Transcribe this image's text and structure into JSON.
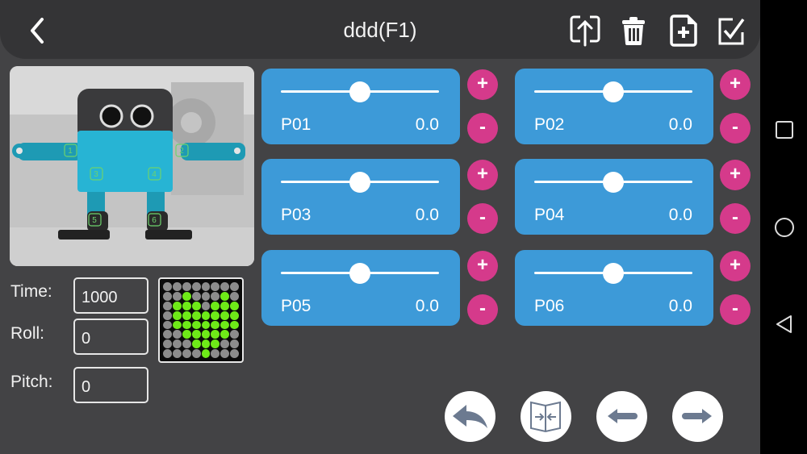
{
  "header": {
    "title": "ddd(F1)",
    "icons": [
      "back-icon",
      "upload-icon",
      "trash-icon",
      "add-file-icon",
      "checkbox-icon"
    ]
  },
  "robot": {
    "servo_labels": [
      "1",
      "2",
      "3",
      "4",
      "5",
      "6"
    ],
    "body_color": "#27b4d4",
    "head_color": "#3a3a3c"
  },
  "params": {
    "time_label": "Time:",
    "time_value": "1000",
    "roll_label": "Roll:",
    "roll_value": "0",
    "pitch_label": "Pitch:",
    "pitch_value": "0"
  },
  "led_matrix": {
    "rows": [
      [
        0,
        0,
        0,
        0,
        0,
        0,
        0,
        0
      ],
      [
        0,
        0,
        1,
        0,
        0,
        0,
        1,
        0
      ],
      [
        0,
        1,
        1,
        1,
        0,
        1,
        1,
        1
      ],
      [
        0,
        1,
        1,
        1,
        1,
        1,
        1,
        1
      ],
      [
        0,
        1,
        1,
        1,
        1,
        1,
        1,
        1
      ],
      [
        0,
        0,
        1,
        1,
        1,
        1,
        1,
        0
      ],
      [
        0,
        0,
        0,
        1,
        1,
        1,
        0,
        0
      ],
      [
        0,
        0,
        0,
        0,
        1,
        0,
        0,
        0
      ]
    ],
    "on_color": "#6eea18",
    "off_color": "#8c8c8c"
  },
  "servos": [
    {
      "name": "P01",
      "value": "0.0"
    },
    {
      "name": "P02",
      "value": "0.0"
    },
    {
      "name": "P03",
      "value": "0.0"
    },
    {
      "name": "P04",
      "value": "0.0"
    },
    {
      "name": "P05",
      "value": "0.0"
    },
    {
      "name": "P06",
      "value": "0.0"
    }
  ],
  "stepper": {
    "plus": "+",
    "minus": "-"
  },
  "bottom_buttons": [
    "undo-icon",
    "mirror-icon",
    "arrow-left-icon",
    "arrow-right-icon"
  ],
  "colors": {
    "accent": "#3d9ad8",
    "stepper": "#d53a8b",
    "icon": "#6c7a90"
  }
}
